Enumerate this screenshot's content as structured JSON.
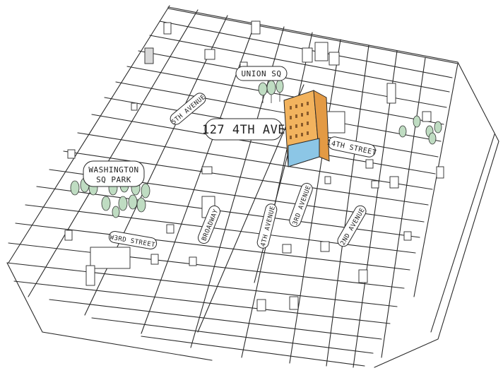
{
  "colors": {
    "ink": "#2a2a2a",
    "building_highlight": "#f2b35e",
    "building_highlight_base": "#8cc6e6",
    "tree": "#bfdcc2",
    "paper": "#ffffff"
  },
  "labels": {
    "union_sq": "UNION SQ",
    "address": "127 4TH AVE",
    "fifth_avenue": "5TH AVENUE",
    "fourteenth_street": "14TH STREET",
    "washington_line1": "WASHINGTON",
    "washington_line2": "SQ PARK",
    "broadway": "BROADWAY",
    "third_avenue": "3RD AVENUE",
    "fourth_avenue": "4TH AVENUE",
    "second_avenue": "2ND AVENUE",
    "w3rd_street": "W3RD STREET"
  },
  "icons": {
    "highlighted_building": "building-icon",
    "park_trees": "tree-icon"
  }
}
